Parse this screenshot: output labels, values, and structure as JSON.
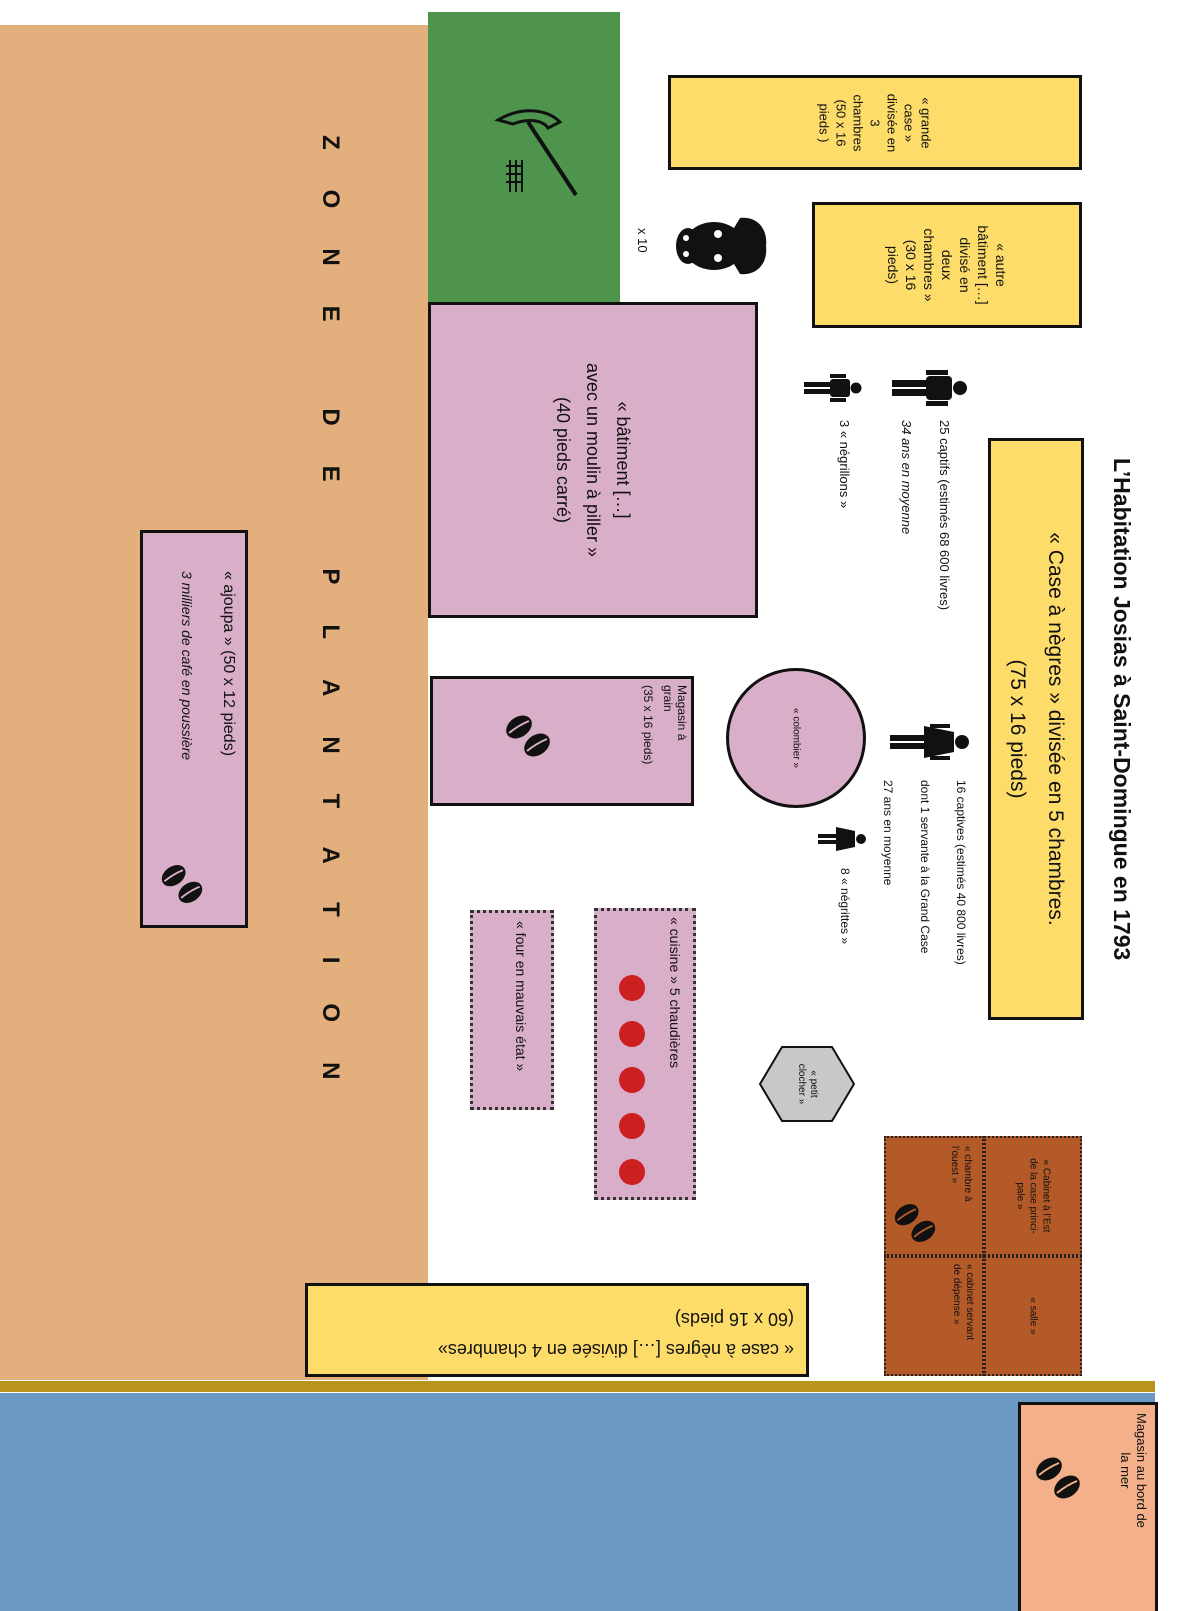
{
  "title": "L’Habitation Josias à Saint-Domingue en 1793",
  "case_negres_main": {
    "line1": "« Case à nègres » divisée en 5 chambres.",
    "line2": "(75 x 16 pieds)"
  },
  "grande_case": {
    "lines": [
      "« grande",
      "case »",
      "divisée en",
      "3",
      "chambres",
      "(50 x 16",
      "pieds )"
    ]
  },
  "autre_batiment": {
    "lines": [
      "« autre",
      "bâtiment […]",
      "divisé en",
      "deux",
      "chambres »",
      "(30 x 16",
      "pieds)"
    ]
  },
  "livestock": {
    "count": "x 10"
  },
  "captifs_men": {
    "line1": "25 captifs (estimés 68 600 livres)",
    "line2": "34 ans en moyenne",
    "line3": "3 « négrillons »"
  },
  "captives_women": {
    "line1": "16 captives (estimés 40 800 livres)",
    "line2": "dont 1 servante à la Grand Case",
    "line3": "27 ans en moyenne",
    "line4": "8 « négrittes »"
  },
  "moulin": {
    "line1": "« bâtiment […]",
    "line2": "avec un moulin à piller »",
    "line3": "(40 pieds carré)"
  },
  "colombier": {
    "label": "« colombier »"
  },
  "magasin_grain": {
    "line1": "Magasin à",
    "line2": "grain",
    "line3": "(35 x 16 pieds)"
  },
  "petit_clocher": {
    "line1": "« petit",
    "line2": "clocher »"
  },
  "cuisine": {
    "label": "« cuisine »  5 chaudières",
    "chaudieres": 5
  },
  "four": {
    "label": "« four en mauvais état »"
  },
  "grand_case_rooms": {
    "cabinet_est": [
      "« Cabinet à l’Est",
      "de la case princi-",
      "pale »"
    ],
    "salle": "« salle »",
    "chambre_ouest": [
      "« chambre à",
      "l’ouest »"
    ],
    "cabinet_servant": [
      "« cabinet servant",
      "de dépense »"
    ]
  },
  "case_negres_small": {
    "line1": "« case à nègres  […] divisée en 4 chambres»",
    "line2": "(60 x 16 pieds)"
  },
  "zone_plantation": {
    "label": "ZONE DE PLANTATION"
  },
  "ajoupa": {
    "line1": "« ajoupa » (50 x 12 pieds)",
    "line2": "3 milliers de café en poussière"
  },
  "magasin_mer": {
    "line1": "Magasin au bord de",
    "line2": "la mer"
  },
  "colors": {
    "plantation": "#e3b07d",
    "garden": "#4e944c",
    "sea": "#6c98c4",
    "shore": "#b8941a",
    "building_yellow": "#fddc6a",
    "building_pink": "#d9aec8",
    "grand_case_brown": "#b45a28",
    "magasin_mer": "#f4b08a",
    "chaudiere_red": "#cc1f1f",
    "clocher_gray": "#c8c8c8"
  },
  "icons": [
    "pickaxe-icon",
    "cow-head-icon",
    "man-icon",
    "boy-icon",
    "woman-icon",
    "girl-icon",
    "coffee-beans-icon"
  ]
}
